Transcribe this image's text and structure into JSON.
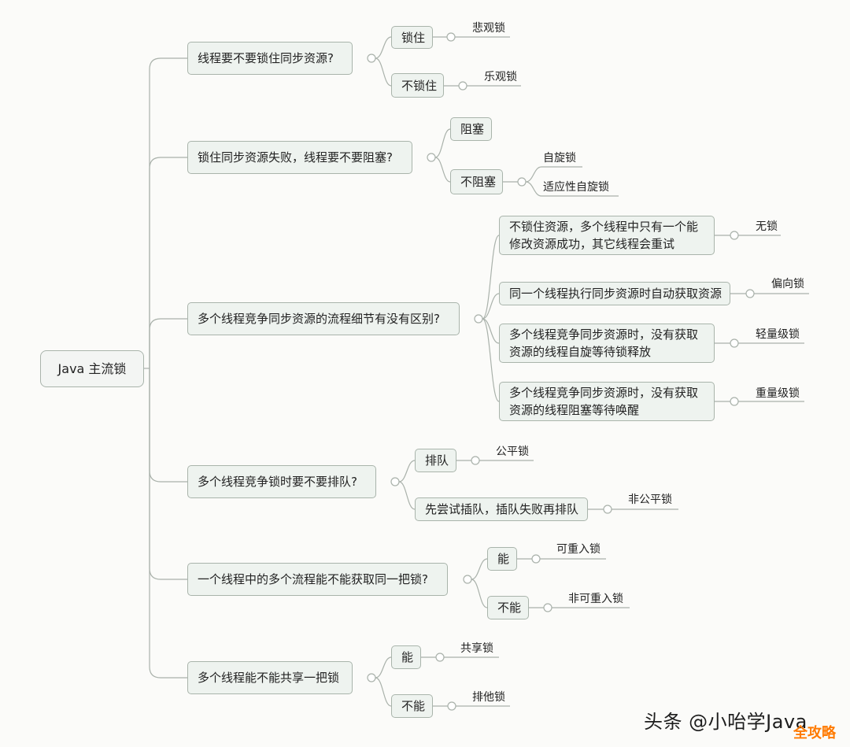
{
  "root": "Java 主流锁",
  "branches": [
    {
      "question": "线程要不要锁住同步资源?",
      "options": [
        {
          "label": "锁住",
          "leaf": "悲观锁"
        },
        {
          "label": "不锁住",
          "leaf": "乐观锁"
        }
      ]
    },
    {
      "question": "锁住同步资源失败，线程要不要阻塞?",
      "options": [
        {
          "label": "阻塞"
        },
        {
          "label": "不阻塞",
          "leaves": [
            "自旋锁",
            "适应性自旋锁"
          ]
        }
      ]
    },
    {
      "question": "多个线程竞争同步资源的流程细节有没有区别?",
      "options": [
        {
          "label": "不锁住资源，多个线程中只有一个能修改资源成功，其它线程会重试",
          "leaf": "无锁"
        },
        {
          "label": "同一个线程执行同步资源时自动获取资源",
          "leaf": "偏向锁"
        },
        {
          "label": "多个线程竞争同步资源时，没有获取资源的线程自旋等待锁释放",
          "leaf": "轻量级锁"
        },
        {
          "label": "多个线程竞争同步资源时，没有获取资源的线程阻塞等待唤醒",
          "leaf": "重量级锁"
        }
      ]
    },
    {
      "question": "多个线程竞争锁时要不要排队?",
      "options": [
        {
          "label": "排队",
          "leaf": "公平锁"
        },
        {
          "label": "先尝试插队，插队失败再排队",
          "leaf": "非公平锁"
        }
      ]
    },
    {
      "question": "一个线程中的多个流程能不能获取同一把锁?",
      "options": [
        {
          "label": "能",
          "leaf": "可重入锁"
        },
        {
          "label": "不能",
          "leaf": "非可重入锁"
        }
      ]
    },
    {
      "question": "多个线程能不能共享一把锁",
      "options": [
        {
          "label": "能",
          "leaf": "共享锁"
        },
        {
          "label": "不能",
          "leaf": "排他锁"
        }
      ]
    }
  ],
  "watermark": {
    "text": "头条 @小咍学Java",
    "site": "全攻略"
  }
}
